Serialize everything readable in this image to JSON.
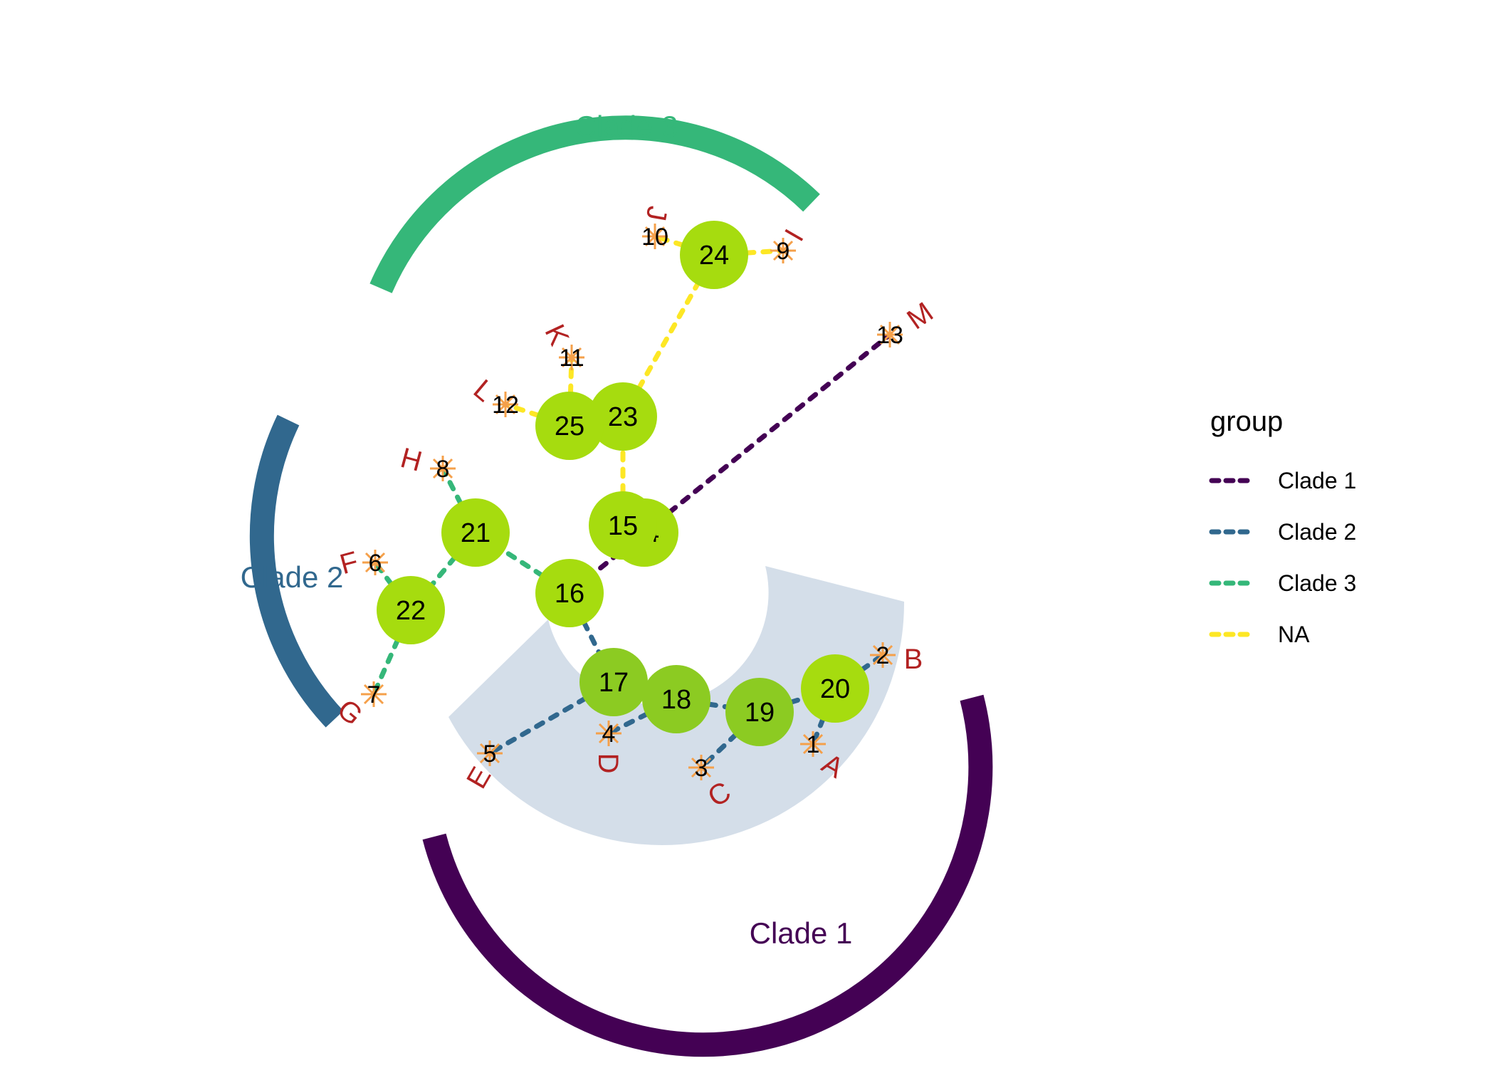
{
  "legend": {
    "title": "group",
    "items": [
      {
        "label": "Clade 1",
        "color": "#440154"
      },
      {
        "label": "Clade 2",
        "color": "#31688e"
      },
      {
        "label": "Clade 3",
        "color": "#35b779"
      },
      {
        "label": "NA",
        "color": "#fde725"
      }
    ]
  },
  "clade_labels": [
    {
      "id": "clade1",
      "text": "Clade 1",
      "color": "#440154"
    },
    {
      "id": "clade2",
      "text": "Clade 2",
      "color": "#31688e"
    },
    {
      "id": "clade3",
      "text": "Clade 3",
      "color": "#35b779"
    }
  ],
  "colors": {
    "node_fill": "#a6dc0f",
    "node_fill_highlighted": "#8ccb22",
    "tip_star": "#f5a04a",
    "tip_letter": "#b22222",
    "highlight_band": "#c9d6e3"
  },
  "internal_nodes": [
    "14",
    "15",
    "16",
    "17",
    "18",
    "19",
    "20",
    "21",
    "22",
    "23",
    "24",
    "25"
  ],
  "tips": [
    {
      "num": "1",
      "letter": "A"
    },
    {
      "num": "2",
      "letter": "B"
    },
    {
      "num": "3",
      "letter": "C"
    },
    {
      "num": "4",
      "letter": "D"
    },
    {
      "num": "5",
      "letter": "E"
    },
    {
      "num": "6",
      "letter": "F"
    },
    {
      "num": "7",
      "letter": "G"
    },
    {
      "num": "8",
      "letter": "H"
    },
    {
      "num": "9",
      "letter": "I"
    },
    {
      "num": "10",
      "letter": "J"
    },
    {
      "num": "11",
      "letter": "K"
    },
    {
      "num": "12",
      "letter": "L"
    },
    {
      "num": "13",
      "letter": "M"
    }
  ],
  "edges": [
    {
      "from": "14",
      "to": "13",
      "group": "Clade 1"
    },
    {
      "from": "14",
      "to": "16",
      "group": "Clade 1"
    },
    {
      "from": "16",
      "to": "17",
      "group": "Clade 2"
    },
    {
      "from": "17",
      "to": "5",
      "group": "Clade 2"
    },
    {
      "from": "17",
      "to": "18",
      "group": "Clade 2"
    },
    {
      "from": "18",
      "to": "4",
      "group": "Clade 2"
    },
    {
      "from": "18",
      "to": "19",
      "group": "Clade 2"
    },
    {
      "from": "19",
      "to": "3",
      "group": "Clade 2"
    },
    {
      "from": "19",
      "to": "20",
      "group": "Clade 2"
    },
    {
      "from": "20",
      "to": "1",
      "group": "Clade 2"
    },
    {
      "from": "20",
      "to": "2",
      "group": "Clade 2"
    },
    {
      "from": "16",
      "to": "21",
      "group": "Clade 3"
    },
    {
      "from": "21",
      "to": "8",
      "group": "Clade 3"
    },
    {
      "from": "21",
      "to": "22",
      "group": "Clade 3"
    },
    {
      "from": "22",
      "to": "6",
      "group": "Clade 3"
    },
    {
      "from": "22",
      "to": "7",
      "group": "Clade 3"
    },
    {
      "from": "15",
      "to": "23",
      "group": "NA"
    },
    {
      "from": "23",
      "to": "25",
      "group": "NA"
    },
    {
      "from": "25",
      "to": "12",
      "group": "NA"
    },
    {
      "from": "25",
      "to": "11",
      "group": "NA"
    },
    {
      "from": "23",
      "to": "24",
      "group": "NA"
    },
    {
      "from": "24",
      "to": "10",
      "group": "NA"
    },
    {
      "from": "24",
      "to": "9",
      "group": "NA"
    }
  ]
}
